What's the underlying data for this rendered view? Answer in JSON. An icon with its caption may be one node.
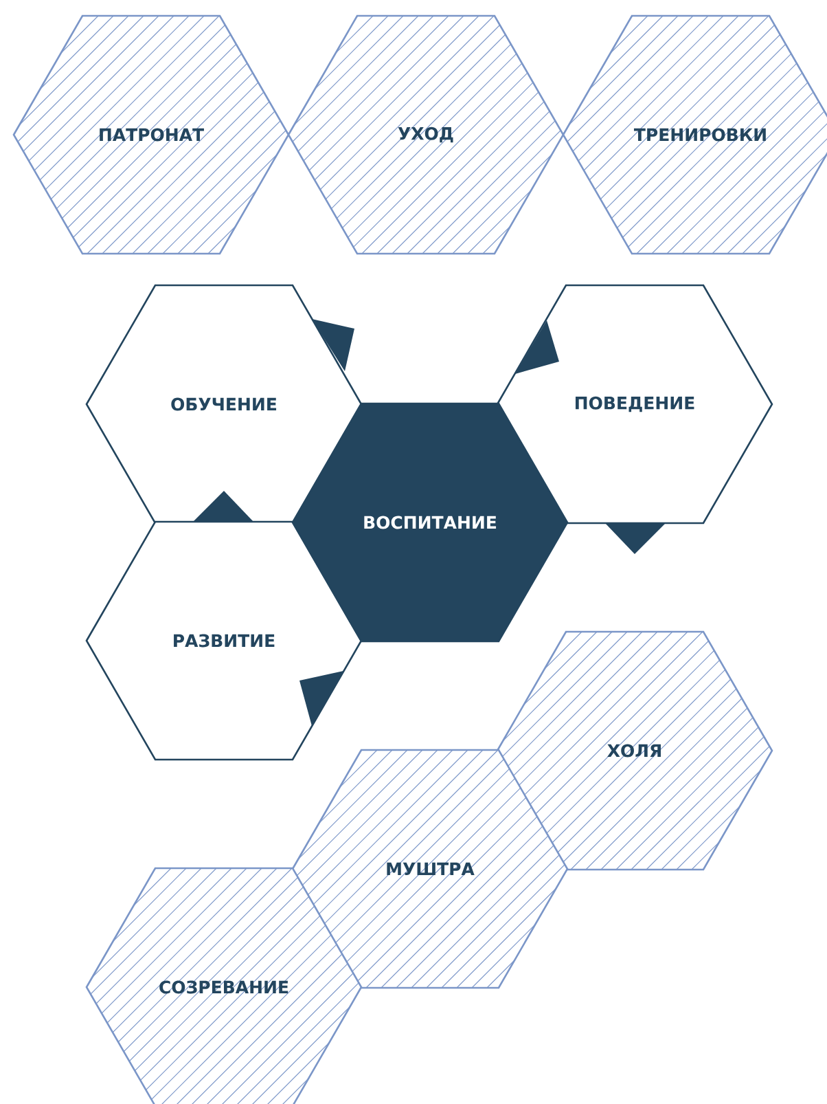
{
  "diagram": {
    "nodes": [
      {
        "text": [
          "ПАТРОНАТ"
        ]
      },
      {
        "text": [
          "УХОД"
        ]
      },
      {
        "text": [
          "ТРЕНИРОВКИ"
        ]
      },
      {
        "text": [
          "ОБУЧЕНИЕ"
        ]
      },
      {
        "text": [
          "ПОВЕДЕНИЕ"
        ]
      },
      {
        "text": [
          "ВОСПИТАНИЕ"
        ]
      },
      {
        "text": [
          "РАЗВИТИЕ"
        ]
      },
      {
        "text": [
          "ХОЛЯ"
        ]
      },
      {
        "text": [
          "МУШТРА"
        ]
      },
      {
        "text": [
          "СОЗРЕВАНИЕ"
        ]
      }
    ]
  }
}
